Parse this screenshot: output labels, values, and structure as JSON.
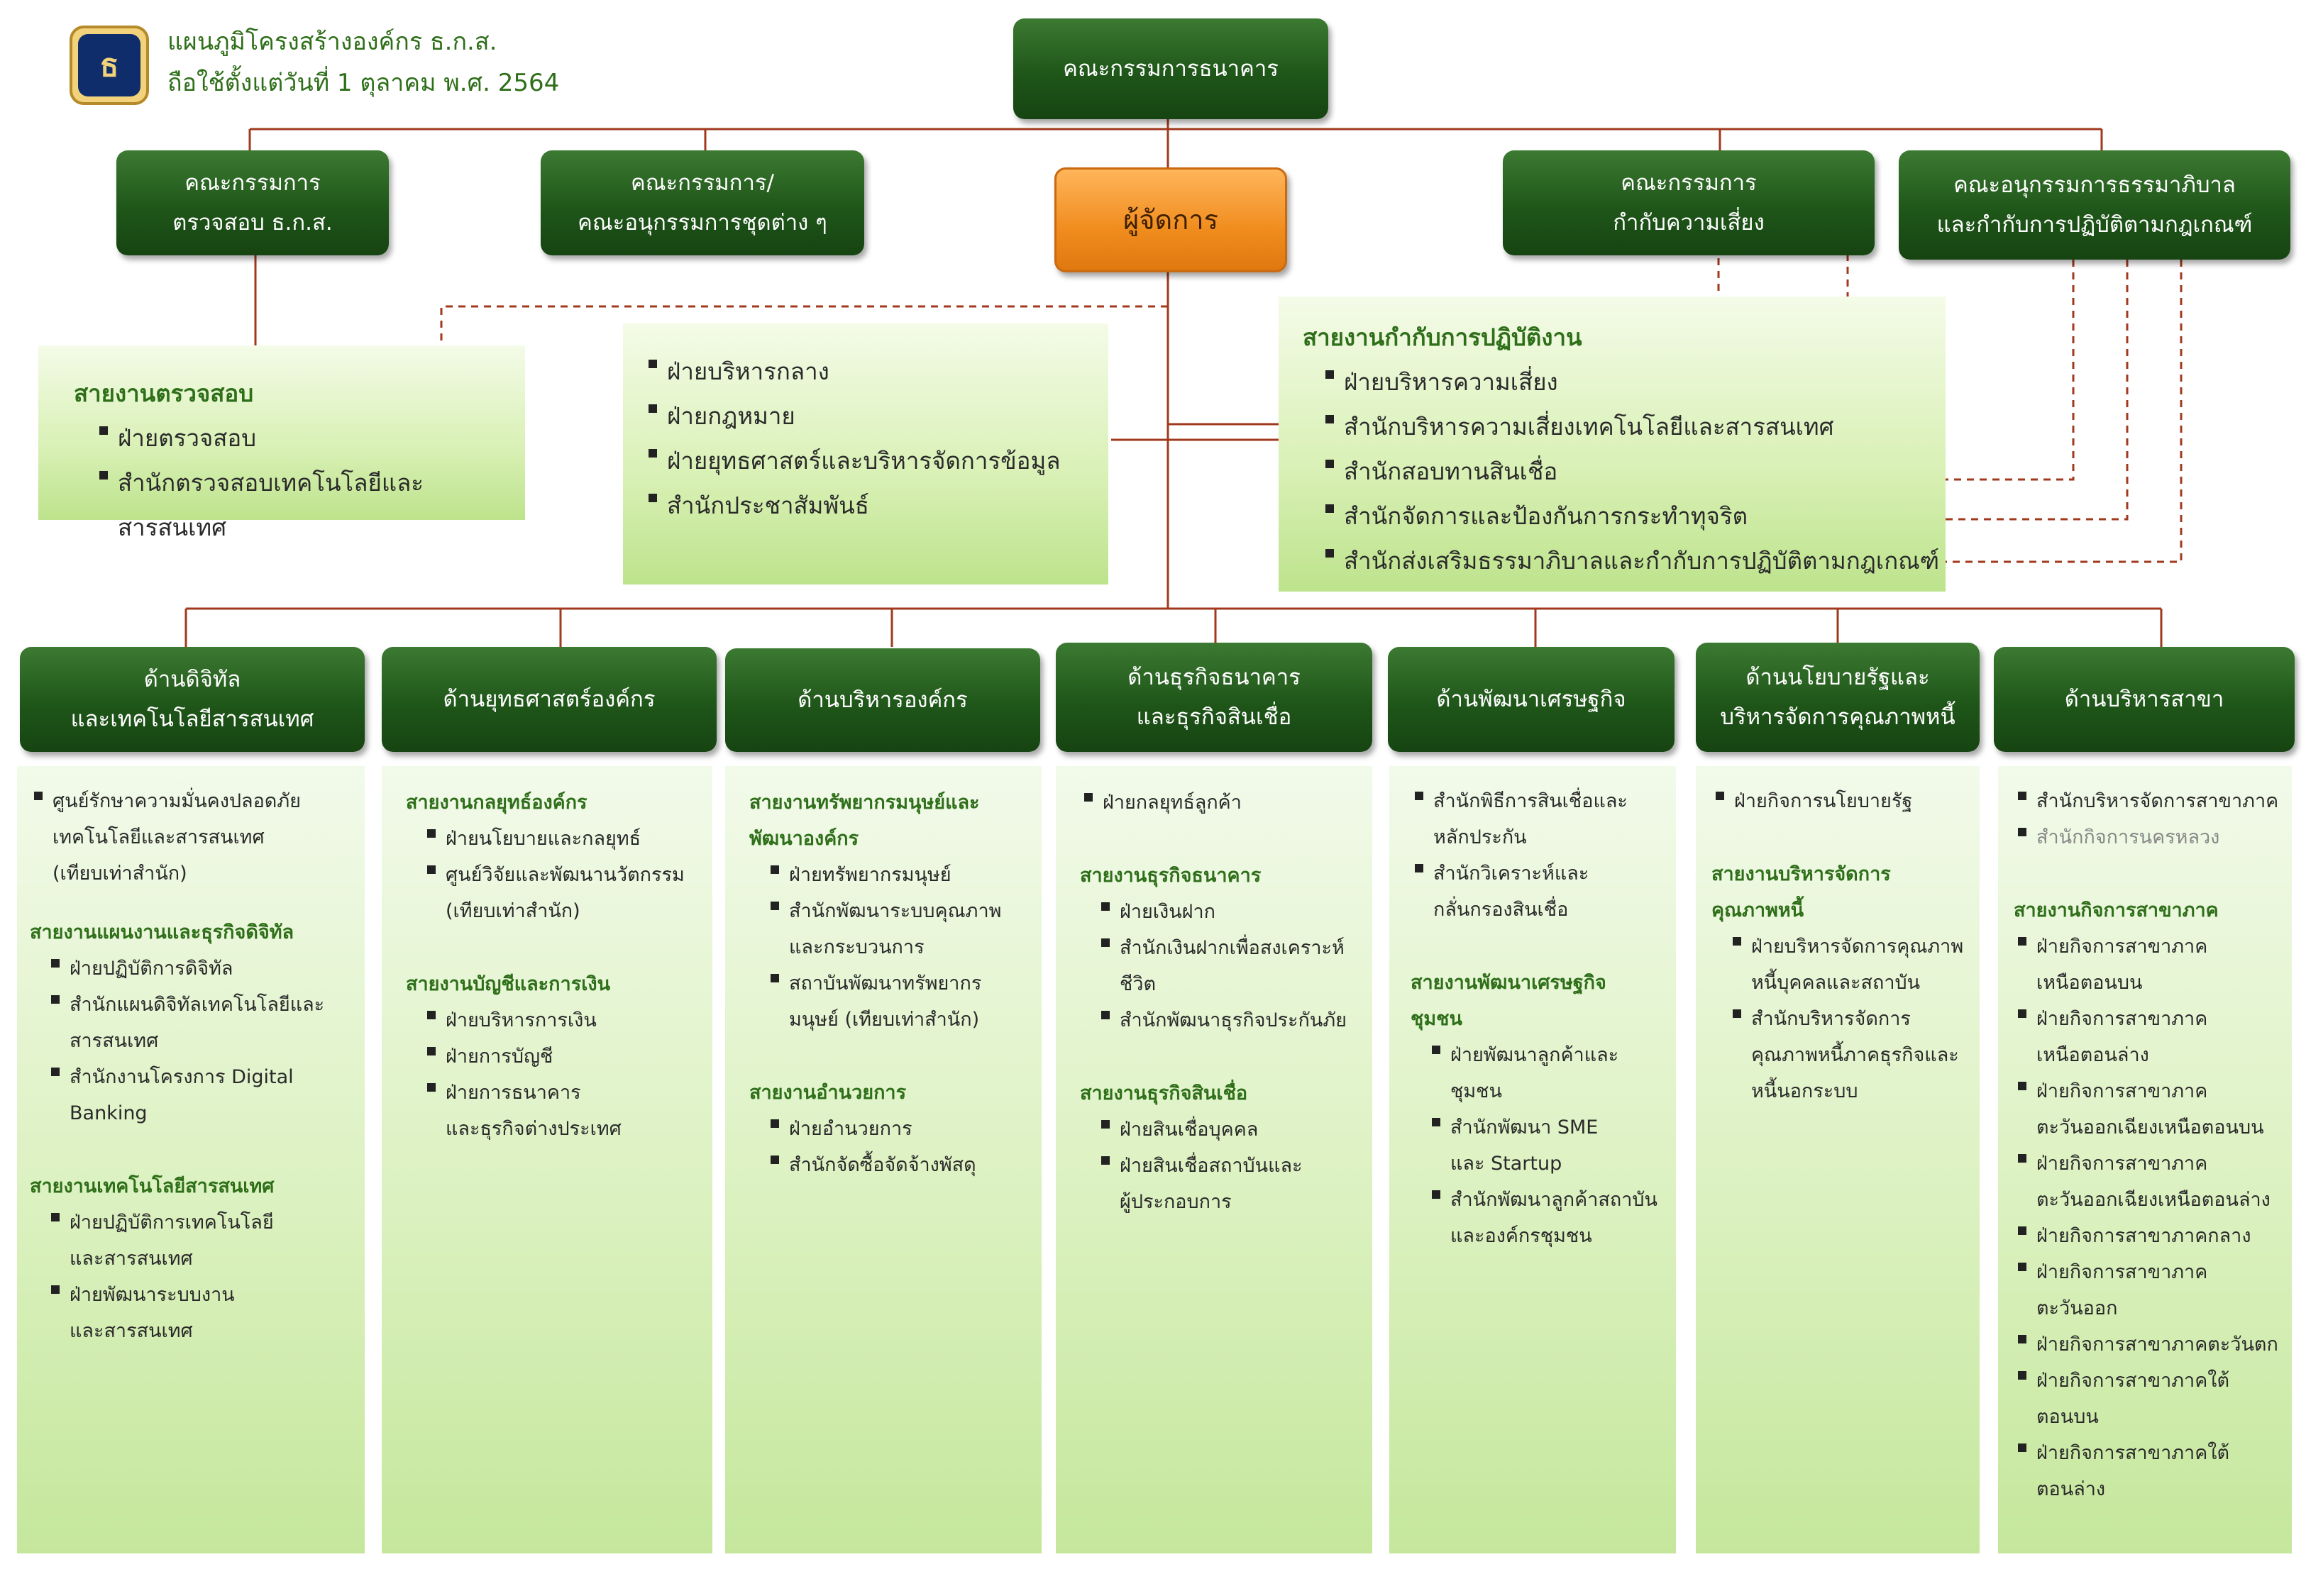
{
  "header": {
    "line1": "แผนภูมิโครงสร้างองค์กร ธ.ก.ส.",
    "line2": "ถือใช้ตั้งแต่วันที่ 1 ตุลาคม พ.ศ. 2564"
  },
  "top": {
    "board": "คณะกรรมการธนาคาร",
    "audit_committee": [
      "คณะกรรมการ",
      "ตรวจสอบ ธ.ก.ส."
    ],
    "committees": [
      "คณะกรรมการ/",
      "คณะอนุกรรมการชุดต่าง ๆ"
    ],
    "manager": "ผู้จัดการ",
    "risk_committee": [
      "คณะกรรมการ",
      "กำกับความเสี่ยง"
    ],
    "governance_committee": [
      "คณะอนุกรรมการธรรมาภิบาล",
      "และกำกับการปฏิบัติตามกฎเกณฑ์"
    ]
  },
  "audit_panel": {
    "title": "สายงานตรวจสอบ",
    "items": [
      "ฝ่ายตรวจสอบ",
      "สำนักตรวจสอบเทคโนโลยีและสารสนเทศ"
    ]
  },
  "center_panel": {
    "items": [
      "ฝ่ายบริหารกลาง",
      "ฝ่ายกฎหมาย",
      "ฝ่ายยุทธศาสตร์และบริหารจัดการข้อมูล",
      "สำนักประชาสัมพันธ์"
    ]
  },
  "compliance_panel": {
    "title": "สายงานกำกับการปฏิบัติงาน",
    "items": [
      "ฝ่ายบริหารความเสี่ยง",
      "สำนักบริหารความเสี่ยงเทคโนโลยีและสารสนเทศ",
      "สำนักสอบทานสินเชื่อ",
      "สำนักจัดการและป้องกันการกระทำทุจริต",
      "สำนักส่งเสริมธรรมาภิบาลและกำกับการปฏิบัติตามกฎเกณฑ์"
    ]
  },
  "divisions": [
    {
      "title": [
        "ด้านดิจิทัล",
        "และเทคโนโลยีสารสนเทศ"
      ]
    },
    {
      "title": [
        "ด้านยุทธศาสตร์องค์กร"
      ]
    },
    {
      "title": [
        "ด้านบริหารองค์กร"
      ]
    },
    {
      "title": [
        "ด้านธุรกิจธนาคาร",
        "และธุรกิจสินเชื่อ"
      ]
    },
    {
      "title": [
        "ด้านพัฒนาเศรษฐกิจ"
      ]
    },
    {
      "title": [
        "ด้านนโยบายรัฐและ",
        "บริหารจัดการคุณภาพหนี้"
      ]
    },
    {
      "title": [
        "ด้านบริหารสาขา"
      ]
    }
  ],
  "columns": {
    "c1": {
      "i1": [
        "ศูนย์รักษาความมั่นคงปลอดภัย",
        "เทคโนโลยีและสารสนเทศ",
        "(เทียบเท่าสำนัก)"
      ],
      "h1": "สายงานแผนงานและธุรกิจดิจิทัล",
      "i2": [
        "ฝ่ายปฏิบัติการดิจิทัล"
      ],
      "i3": [
        "สำนักแผนดิจิทัลเทคโนโลยีและ",
        "สารสนเทศ"
      ],
      "i4": [
        "สำนักงานโครงการ Digital",
        "Banking"
      ],
      "h2": "สายงานเทคโนโลยีสารสนเทศ",
      "i5": [
        "ฝ่ายปฏิบัติการเทคโนโลยี",
        "และสารสนเทศ"
      ],
      "i6": [
        "ฝ่ายพัฒนาระบบงาน",
        "และสารสนเทศ"
      ]
    },
    "c2": {
      "h1": "สายงานกลยุทธ์องค์กร",
      "i1": [
        "ฝ่ายนโยบายและกลยุทธ์"
      ],
      "i2": [
        "ศูนย์วิจัยและพัฒนานวัตกรรม",
        "(เทียบเท่าสำนัก)"
      ],
      "h2": "สายงานบัญชีและการเงิน",
      "i3": [
        "ฝ่ายบริหารการเงิน"
      ],
      "i4": [
        "ฝ่ายการบัญชี"
      ],
      "i5": [
        "ฝ่ายการธนาคาร",
        "และธุรกิจต่างประเทศ"
      ]
    },
    "c3": {
      "h1": [
        "สายงานทรัพยากรมนุษย์และ",
        "พัฒนาองค์กร"
      ],
      "i1": [
        "ฝ่ายทรัพยากรมนุษย์"
      ],
      "i2": [
        "สำนักพัฒนาระบบคุณภาพ",
        "และกระบวนการ"
      ],
      "i3": [
        "สถาบันพัฒนาทรัพยากร",
        "มนุษย์ (เทียบเท่าสำนัก)"
      ],
      "h2": "สายงานอำนวยการ",
      "i4": [
        "ฝ่ายอำนวยการ"
      ],
      "i5": [
        "สำนักจัดซื้อจัดจ้างพัสดุ"
      ]
    },
    "c4": {
      "i1": [
        "ฝ่ายกลยุทธ์ลูกค้า"
      ],
      "h1": "สายงานธุรกิจธนาคาร",
      "i2": [
        "ฝ่ายเงินฝาก"
      ],
      "i3": [
        "สำนักเงินฝากเพื่อสงเคราะห์",
        "ชีวิต"
      ],
      "i4": [
        "สำนักพัฒนาธุรกิจประกันภัย"
      ],
      "h2": "สายงานธุรกิจสินเชื่อ",
      "i5": [
        "ฝ่ายสินเชื่อบุคคล"
      ],
      "i6": [
        "ฝ่ายสินเชื่อสถาบันและ",
        "ผู้ประกอบการ"
      ]
    },
    "c5": {
      "i1": [
        "สำนักพิธีการสินเชื่อและ",
        "หลักประกัน"
      ],
      "i2": [
        "สำนักวิเคราะห์และ",
        "กลั่นกรองสินเชื่อ"
      ],
      "h1": [
        "สายงานพัฒนาเศรษฐกิจ",
        "ชุมชน"
      ],
      "i3": [
        "ฝ่ายพัฒนาลูกค้าและ",
        "ชุมชน"
      ],
      "i4": [
        "สำนักพัฒนา SME",
        "และ Startup"
      ],
      "i5": [
        "สำนักพัฒนาลูกค้าสถาบัน",
        "และองค์กรชุมชน"
      ]
    },
    "c6": {
      "i1": [
        "ฝ่ายกิจการนโยบายรัฐ"
      ],
      "h1": [
        "สายงานบริหารจัดการ",
        "คุณภาพหนี้"
      ],
      "i2": [
        "ฝ่ายบริหารจัดการคุณภาพ",
        "หนี้บุคคลและสถาบัน"
      ],
      "i3": [
        "สำนักบริหารจัดการ",
        "คุณภาพหนี้ภาคธุรกิจและ",
        "หนี้นอกระบบ"
      ]
    },
    "c7": {
      "i1": [
        "สำนักบริหารจัดการสาขาภาค"
      ],
      "i2": [
        "สำนักกิจการนครหลวง"
      ],
      "h1": "สายงานกิจการสาขาภาค",
      "i3": [
        "ฝ่ายกิจการสาขาภาค",
        "เหนือตอนบน"
      ],
      "i4": [
        "ฝ่ายกิจการสาขาภาค",
        "เหนือตอนล่าง"
      ],
      "i5": [
        "ฝ่ายกิจการสาขาภาค",
        "ตะวันออกเฉียงเหนือตอนบน"
      ],
      "i6": [
        "ฝ่ายกิจการสาขาภาค",
        "ตะวันออกเฉียงเหนือตอนล่าง"
      ],
      "i7": [
        "ฝ่ายกิจการสาขาภาคกลาง"
      ],
      "i8": [
        "ฝ่ายกิจการสาขาภาค",
        "ตะวันออก"
      ],
      "i9": [
        "ฝ่ายกิจการสาขาภาคตะวันตก"
      ],
      "i10": [
        "ฝ่ายกิจการสาขาภาคใต้",
        "ตอนบน"
      ],
      "i11": [
        "ฝ่ายกิจการสาขาภาคใต้",
        "ตอนล่าง"
      ]
    }
  },
  "colors": {
    "box_green": "#1f5619",
    "manager_orange": "#f08c1e",
    "line_brown": "#a0391e",
    "heading_green": "#2f6f1a"
  }
}
